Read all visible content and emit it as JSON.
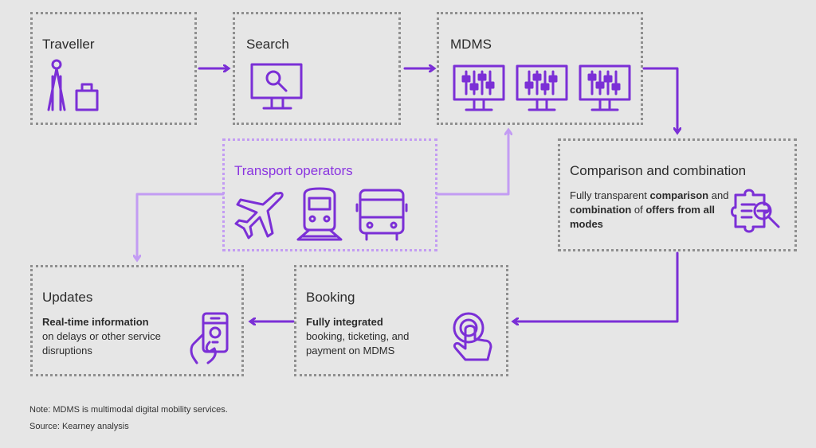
{
  "boxes": {
    "traveller": {
      "title": "Traveller",
      "icons": [
        "traveller-icon",
        "luggage-icon"
      ]
    },
    "search": {
      "title": "Search",
      "icons": [
        "monitor-search-icon"
      ]
    },
    "mdms": {
      "title": "MDMS",
      "icons": [
        "monitor-sliders-icon",
        "monitor-sliders-icon",
        "monitor-sliders-icon"
      ]
    },
    "transport": {
      "title": "Transport operators",
      "icons": [
        "plane-icon",
        "train-icon",
        "bus-icon"
      ]
    },
    "comparison": {
      "title": "Comparison and combination",
      "desc_parts": [
        "Fully transparent ",
        "comparison",
        " and ",
        "combination",
        " of ",
        "offers from all modes"
      ],
      "icons": [
        "puzzle-magnifier-icon"
      ]
    },
    "booking": {
      "title": "Booking",
      "desc_parts": [
        "Fully integrated",
        "booking, ticketing, and payment on MDMS"
      ],
      "icons": [
        "tap-hand-icon"
      ]
    },
    "updates": {
      "title": "Updates",
      "desc_parts": [
        "Real-time information",
        "on delays or other service disruptions"
      ],
      "icons": [
        "phone-hand-icon"
      ]
    }
  },
  "colors": {
    "accent": "#7b2fd6",
    "light_accent": "#c39cf3",
    "border": "#8f8f8f",
    "background": "#e6e6e6"
  },
  "notes": {
    "note": "Note: MDMS is multimodal digital mobility services.",
    "source": "Source: Kearney analysis"
  }
}
